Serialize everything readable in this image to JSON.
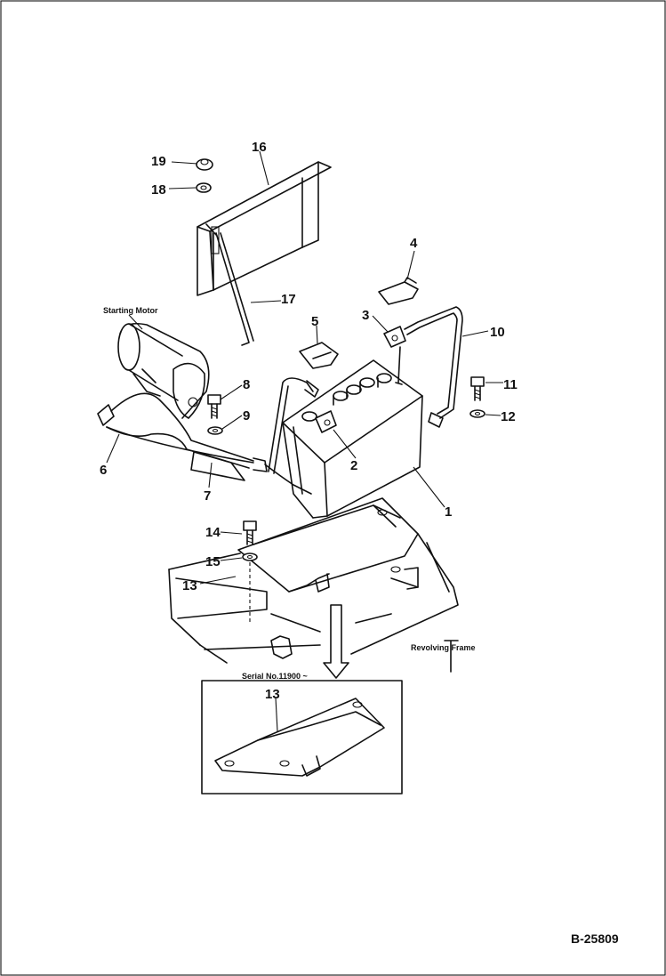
{
  "drawing_code": "B-25809",
  "captions": {
    "starting_motor": "Starting Motor",
    "revolving_frame": "Revolving Frame",
    "serial": "Serial No.11900 ~"
  },
  "callouts": {
    "p1": "1",
    "p2": "2",
    "p3": "3",
    "p4": "4",
    "p5": "5",
    "p6": "6",
    "p7": "7",
    "p8": "8",
    "p9": "9",
    "p10": "10",
    "p11": "11",
    "p12": "12",
    "p13": "13",
    "p13b": "13",
    "p14": "14",
    "p15": "15",
    "p16": "16",
    "p17": "17",
    "p18": "18",
    "p19": "19"
  }
}
